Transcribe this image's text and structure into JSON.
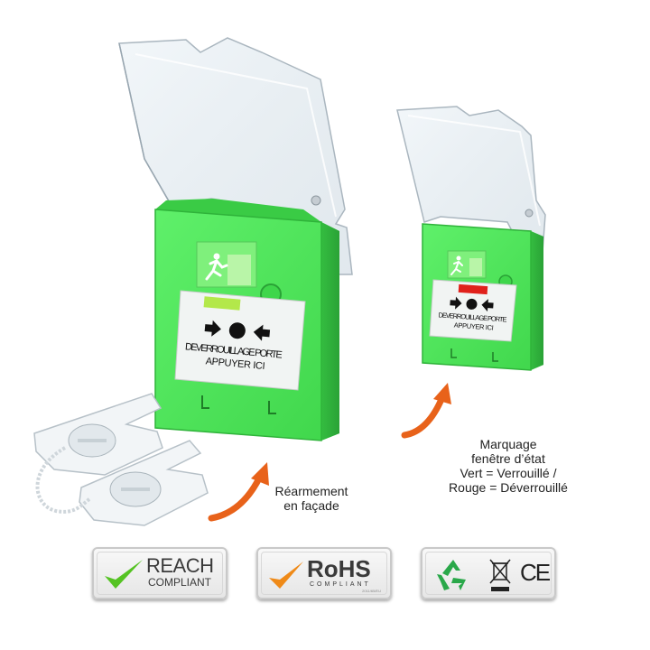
{
  "device_label": {
    "line1": "DEVERROUILLAGE PORTE",
    "line2": "APPUYER ICI"
  },
  "annotations": {
    "front_reset": {
      "line1": "Réarmement",
      "line2": "en façade"
    },
    "status_window": {
      "line1": "Marquage",
      "line2": "fenêtre d’état",
      "line3": "Vert = Verrouillé /",
      "line4": "Rouge = Déverrouillé"
    }
  },
  "badges": {
    "reach": {
      "title": "REACH",
      "subtitle": "COMPLIANT"
    },
    "rohs": {
      "title": "RoHS",
      "subtitle": "COMPLIANT",
      "small": "2011/65/EU"
    },
    "ce": {
      "mark": "CE"
    }
  },
  "colors": {
    "housing_green": "#4fe85a",
    "status_green": "#b3e84a",
    "status_red": "#e0211b",
    "arrow_orange": "#e8621a",
    "check_green": "#55c323",
    "check_orange": "#ef8a18",
    "recycle_green": "#2aa84a"
  },
  "icons": [
    "emergency-exit-icon",
    "arrow-right-icon",
    "press-dot-icon",
    "arrow-left-icon",
    "curved-arrow-icon",
    "checkmark-icon",
    "recycle-icon",
    "crossed-bin-icon"
  ]
}
